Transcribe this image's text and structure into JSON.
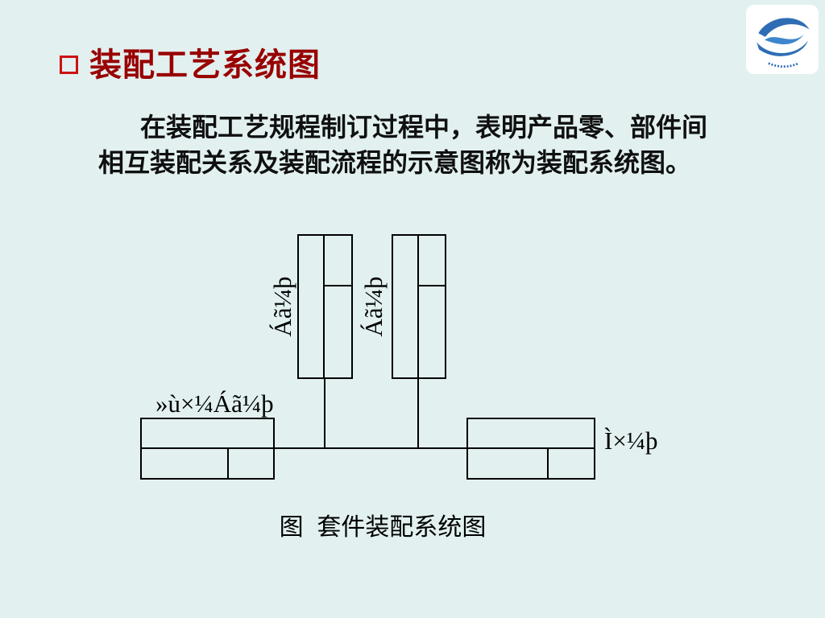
{
  "slide": {
    "title": "装配工艺系统图",
    "paragraph": {
      "line1": "在装配工艺规程制订过程中，表明产品零、部件间",
      "line2": "相互装配关系及装配流程的示意图称为装配系统图。"
    },
    "caption": "图  套件装配系统图"
  },
  "diagram": {
    "part_box_1_label": "Áã¼þ",
    "part_box_2_label": "Áã¼þ",
    "base_part_label": "»ù×¼Áã¼þ",
    "kit_label": "Ì×¼þ"
  },
  "colors": {
    "background": "#E2F0F0",
    "title_text": "#990000",
    "bullet_outline": "#CC1111",
    "diagram_lines": "#000000",
    "logo_blue": "#2E6DB4",
    "logo_light_blue": "#3C86CC"
  }
}
